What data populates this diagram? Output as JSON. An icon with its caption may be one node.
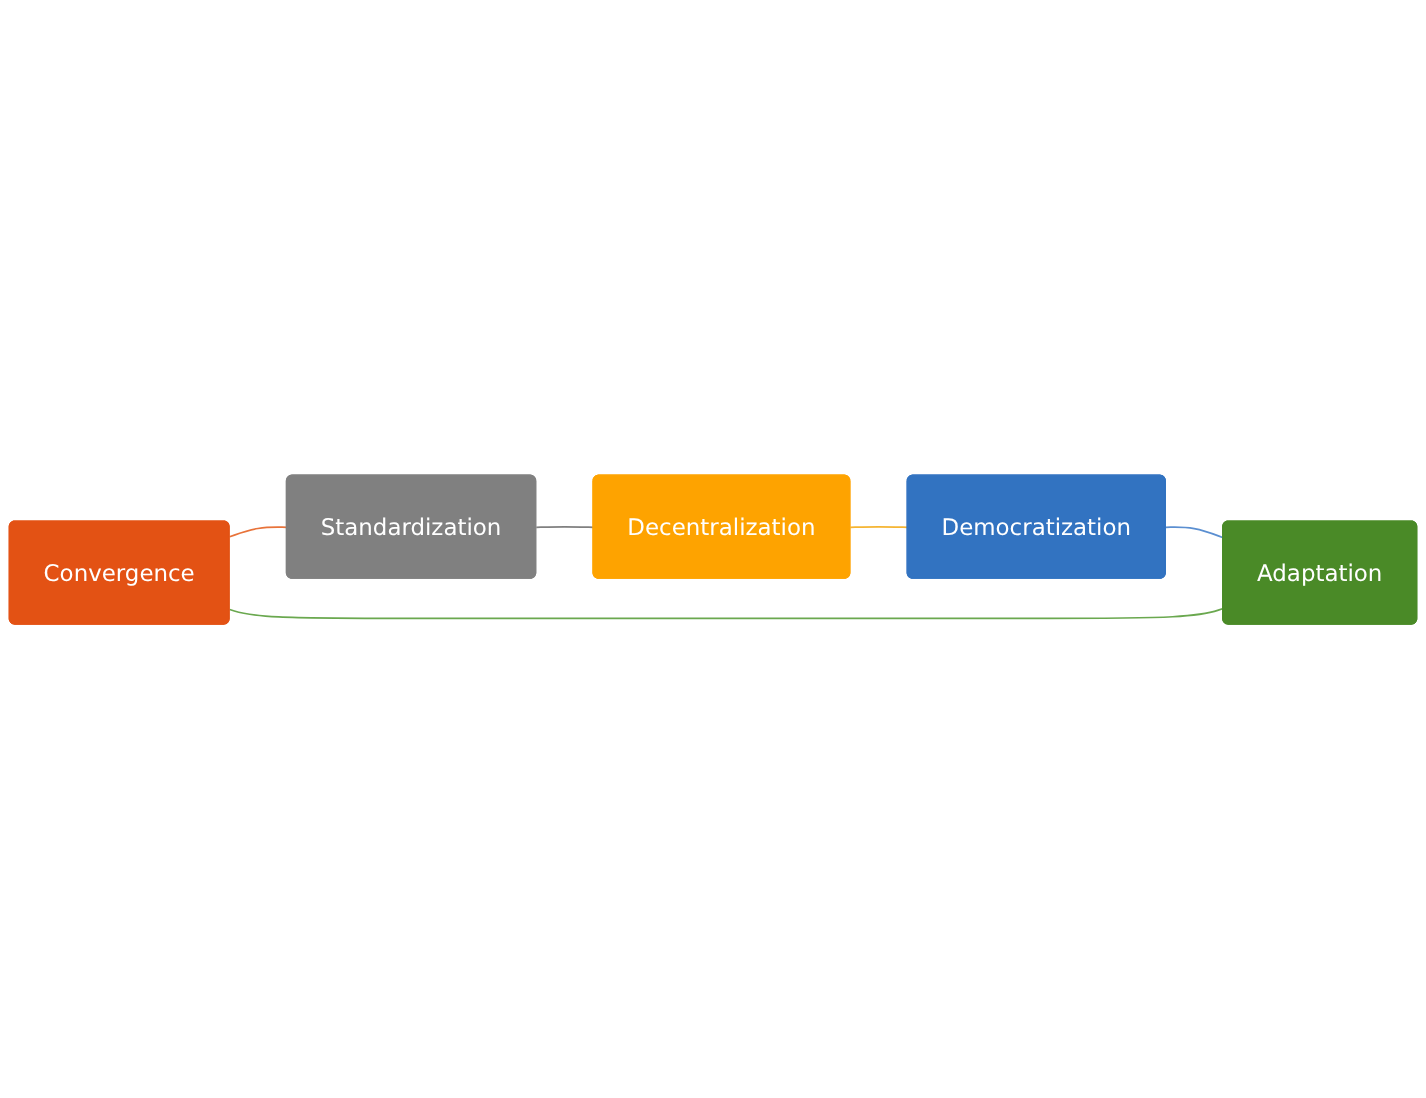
{
  "diagram": {
    "nodes": [
      {
        "text": [
          "Convergence"
        ]
      },
      {
        "text": [
          "Standardization"
        ]
      },
      {
        "text": [
          "Decentralization"
        ]
      },
      {
        "text": [
          "Democratization"
        ]
      },
      {
        "text": [
          "Adaptation"
        ]
      }
    ],
    "edges": [
      {
        "from": 0,
        "to": 1,
        "arrow": "none",
        "color": "#e8733a"
      },
      {
        "from": 1,
        "to": 2,
        "arrow": "none",
        "color": "#808080"
      },
      {
        "from": 2,
        "to": 3,
        "arrow": "none",
        "color": "#f5b533"
      },
      {
        "from": 3,
        "to": 4,
        "arrow": "none",
        "color": "#5b8fd1"
      },
      {
        "from": 4,
        "to": 0,
        "arrow": "none",
        "color": "#6aa84f"
      }
    ]
  }
}
